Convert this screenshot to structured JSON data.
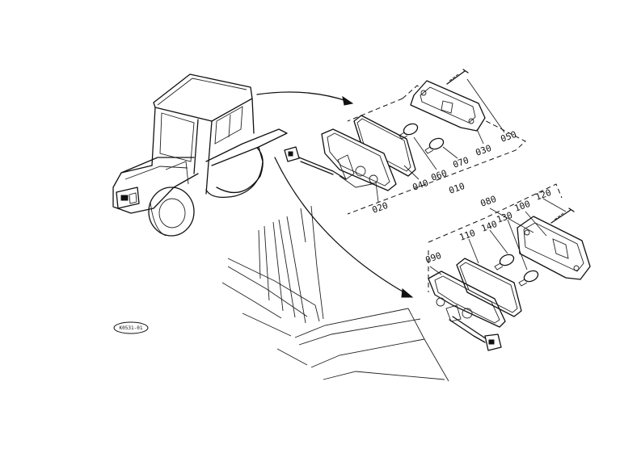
{
  "diagram": {
    "reference_code": "K0531-01",
    "callouts": {
      "c010": "010",
      "c020": "020",
      "c030": "030",
      "c040": "040",
      "c050": "050",
      "c060": "060",
      "c070": "070",
      "c080": "080",
      "c090": "090",
      "c100": "100",
      "c110": "110",
      "c120": "120",
      "c130": "130",
      "c140": "140"
    }
  }
}
